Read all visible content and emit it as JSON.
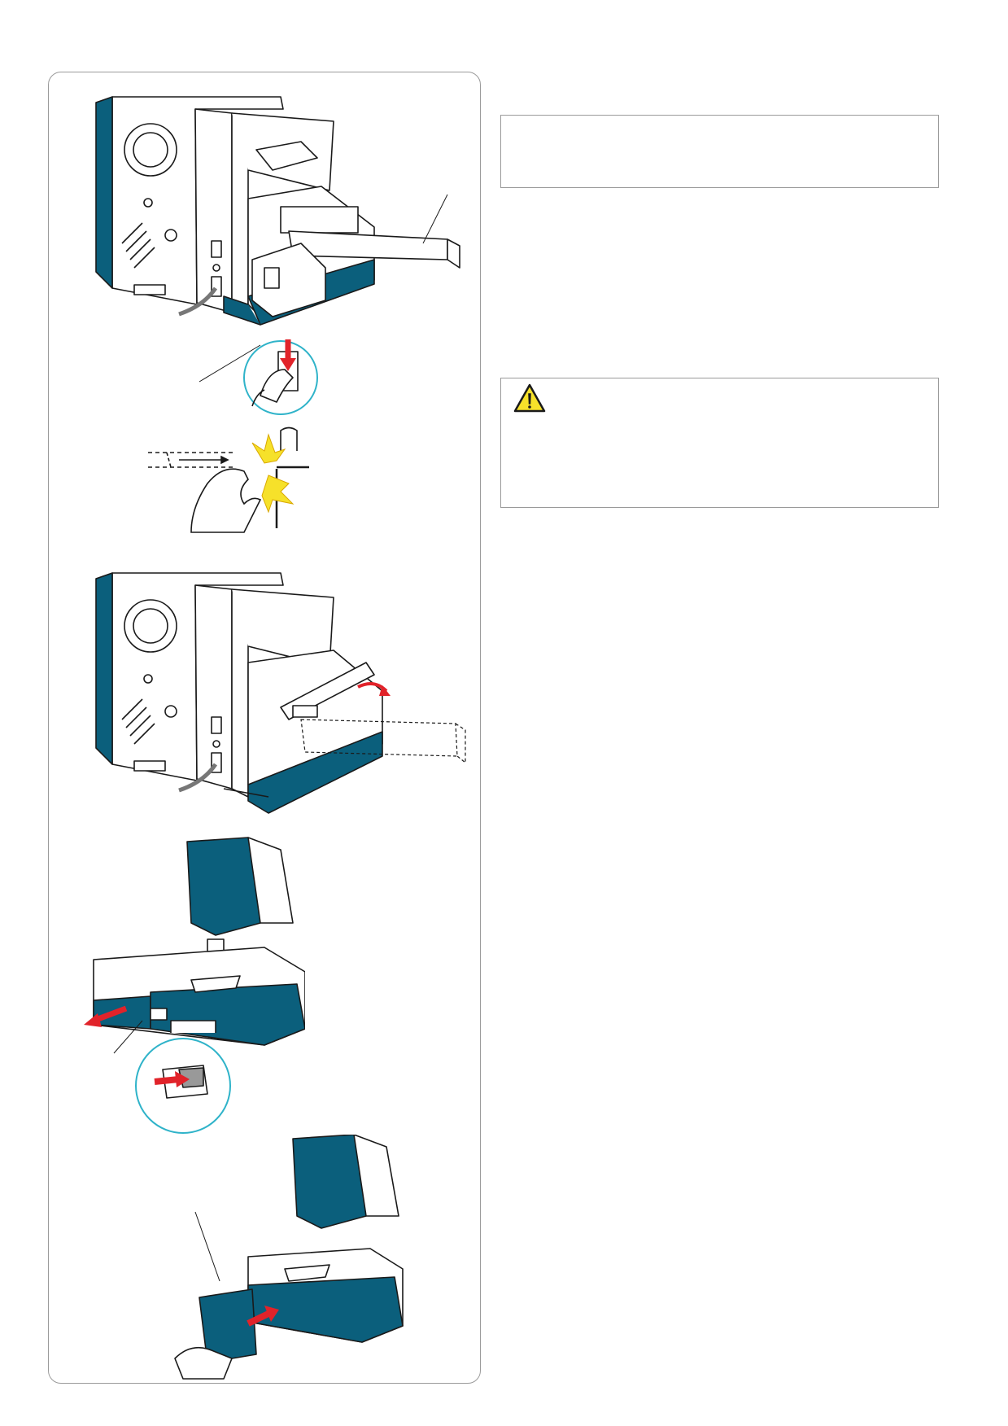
{
  "colors": {
    "machine_teal": "#0b5f7c",
    "arrow_red": "#e1232a",
    "callout_cyan": "#2fb3c9",
    "warning_yellow": "#f6e12a",
    "outline": "#1a1a1a",
    "panel_border": "#9a9a9a"
  },
  "illustrations": [
    {
      "name": "release-lever-press",
      "icon": "machine-rear-with-arm"
    },
    {
      "name": "finger-pinch-hazard",
      "icon": "pinch-hazard"
    },
    {
      "name": "arm-folded-up",
      "icon": "machine-rear-arm-folded"
    },
    {
      "name": "free-arm-release",
      "icon": "machine-front-slide-out"
    },
    {
      "name": "accessory-table-attach",
      "icon": "machine-front-slide-in"
    }
  ],
  "text_boxes": {
    "note": "",
    "caution": "",
    "caution_icon": "warning-triangle-icon"
  }
}
